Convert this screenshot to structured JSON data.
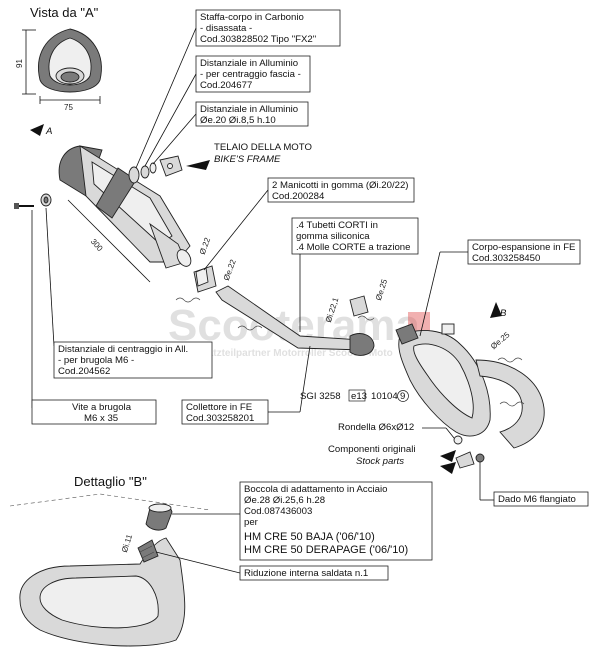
{
  "views": {
    "view_a_title": "Vista da \"A\"",
    "view_a_letter": "A",
    "detail_b_title": "Dettaglio \"B\"",
    "view_b_letter": "B",
    "dim_height": "91",
    "dim_width": "75",
    "dim_length": "300",
    "dim_d22_a": "Ø.22",
    "dim_d22_b": "Øe.22",
    "dim_d221": "Øi.22,1",
    "dim_d25_a": "Øe.25",
    "dim_d25_b": "Øe.25",
    "dim_d11": "Øi.11"
  },
  "callouts": {
    "bracket": [
      "Staffa-corpo in Carbonio",
      "- disassata -",
      "Cod.303828502  Tipo \"FX2\""
    ],
    "spacer_band": [
      "Distanziale in Alluminio",
      "- per centraggio fascia -",
      "Cod.204677"
    ],
    "spacer_alu": [
      "Distanziale in Alluminio",
      "Øe.20  Øi.8,5  h.10"
    ],
    "frame": [
      "TELAIO DELLA MOTO",
      "BIKE'S FRAME"
    ],
    "sleeves": [
      "2 Manicotti in gomma (Øi.20/22)",
      "Cod.200284"
    ],
    "tubes": [
      ".4 Tubetti CORTI in",
      " gomma siliconica",
      ".4 Molle CORTE a trazione"
    ],
    "expansion": [
      "Corpo-espansione in FE",
      "Cod.303258450"
    ],
    "center_spacer": [
      "Distanziale di centraggio in All.",
      "- per brugola M6 -",
      "Cod.204562"
    ],
    "screw": [
      "Vite a brugola",
      "M6 x 35"
    ],
    "collector": [
      "Collettore in FE",
      "Cod.303258201"
    ],
    "homologation": [
      "SGI 3258",
      "e13",
      "10104",
      "9"
    ],
    "washer": "Rondella Ø6xØ12",
    "stock_parts": [
      "Componenti originali",
      "Stock parts"
    ],
    "nut": "Dado M6 flangiato",
    "bushing": [
      "Boccola di adattamento in Acciaio",
      "Øe.28  Øi.25,6  h.28",
      "Cod.087436003",
      "per"
    ],
    "models": [
      "HM CRE 50 BAJA ('06/'10)",
      "HM CRE 50 DERAPAGE ('06/'10)"
    ],
    "reduction": "Riduzione interna saldata n.1"
  },
  "watermark": {
    "main": "Scooterama",
    "sub": "Ihr Ersatzteilpartner Motorroller Scooter Moto"
  }
}
